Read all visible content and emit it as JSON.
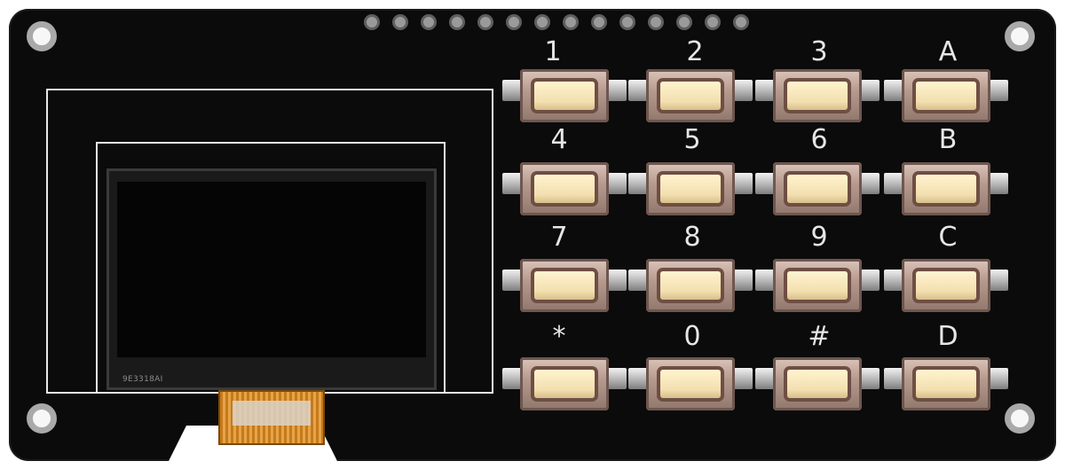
{
  "board": {
    "oled_part_number": "9E3318AI"
  },
  "keypad": {
    "labels": [
      "1",
      "2",
      "3",
      "A",
      "4",
      "5",
      "6",
      "B",
      "7",
      "8",
      "9",
      "C",
      "*",
      "0",
      "#",
      "D"
    ]
  }
}
